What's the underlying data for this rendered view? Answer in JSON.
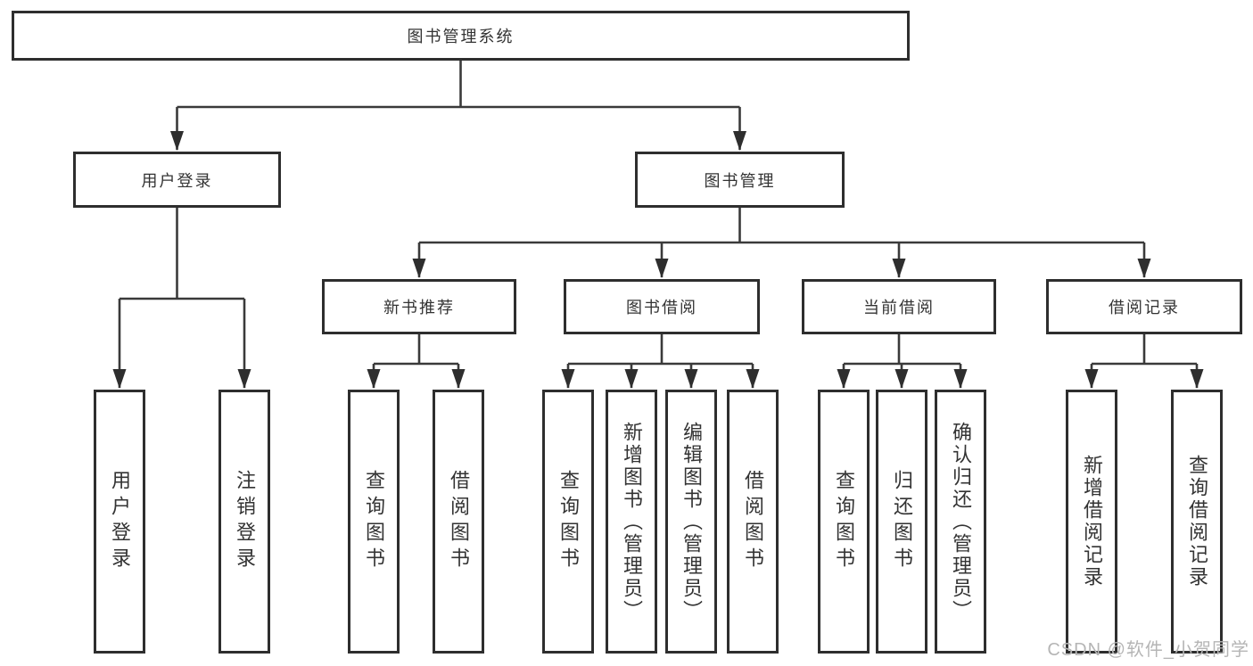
{
  "tree": {
    "root": "图书管理系统",
    "branches": [
      {
        "label": "用户登录",
        "children": [
          {
            "label": "用户登录"
          },
          {
            "label": "注销登录"
          }
        ]
      },
      {
        "label": "图书管理",
        "children": [
          {
            "label": "新书推荐",
            "children": [
              {
                "label": "查询图书"
              },
              {
                "label": "借阅图书"
              }
            ]
          },
          {
            "label": "图书借阅",
            "children": [
              {
                "label": "查询图书"
              },
              {
                "label": "新增图书（管理员）"
              },
              {
                "label": "编辑图书（管理员）"
              },
              {
                "label": "借阅图书"
              }
            ]
          },
          {
            "label": "当前借阅",
            "children": [
              {
                "label": "查询图书"
              },
              {
                "label": "归还图书"
              },
              {
                "label": "确认归还（管理员）"
              }
            ]
          },
          {
            "label": "借阅记录",
            "children": [
              {
                "label": "新增借阅记录"
              },
              {
                "label": "查询借阅记录"
              }
            ]
          }
        ]
      }
    ]
  },
  "watermark": "CSDN @软件_小贺同学",
  "colors": {
    "line": "#3a3a3a",
    "box_border": "#2e2e2e",
    "text": "#333333",
    "watermark": "#b5b5b5",
    "background": "#ffffff"
  }
}
